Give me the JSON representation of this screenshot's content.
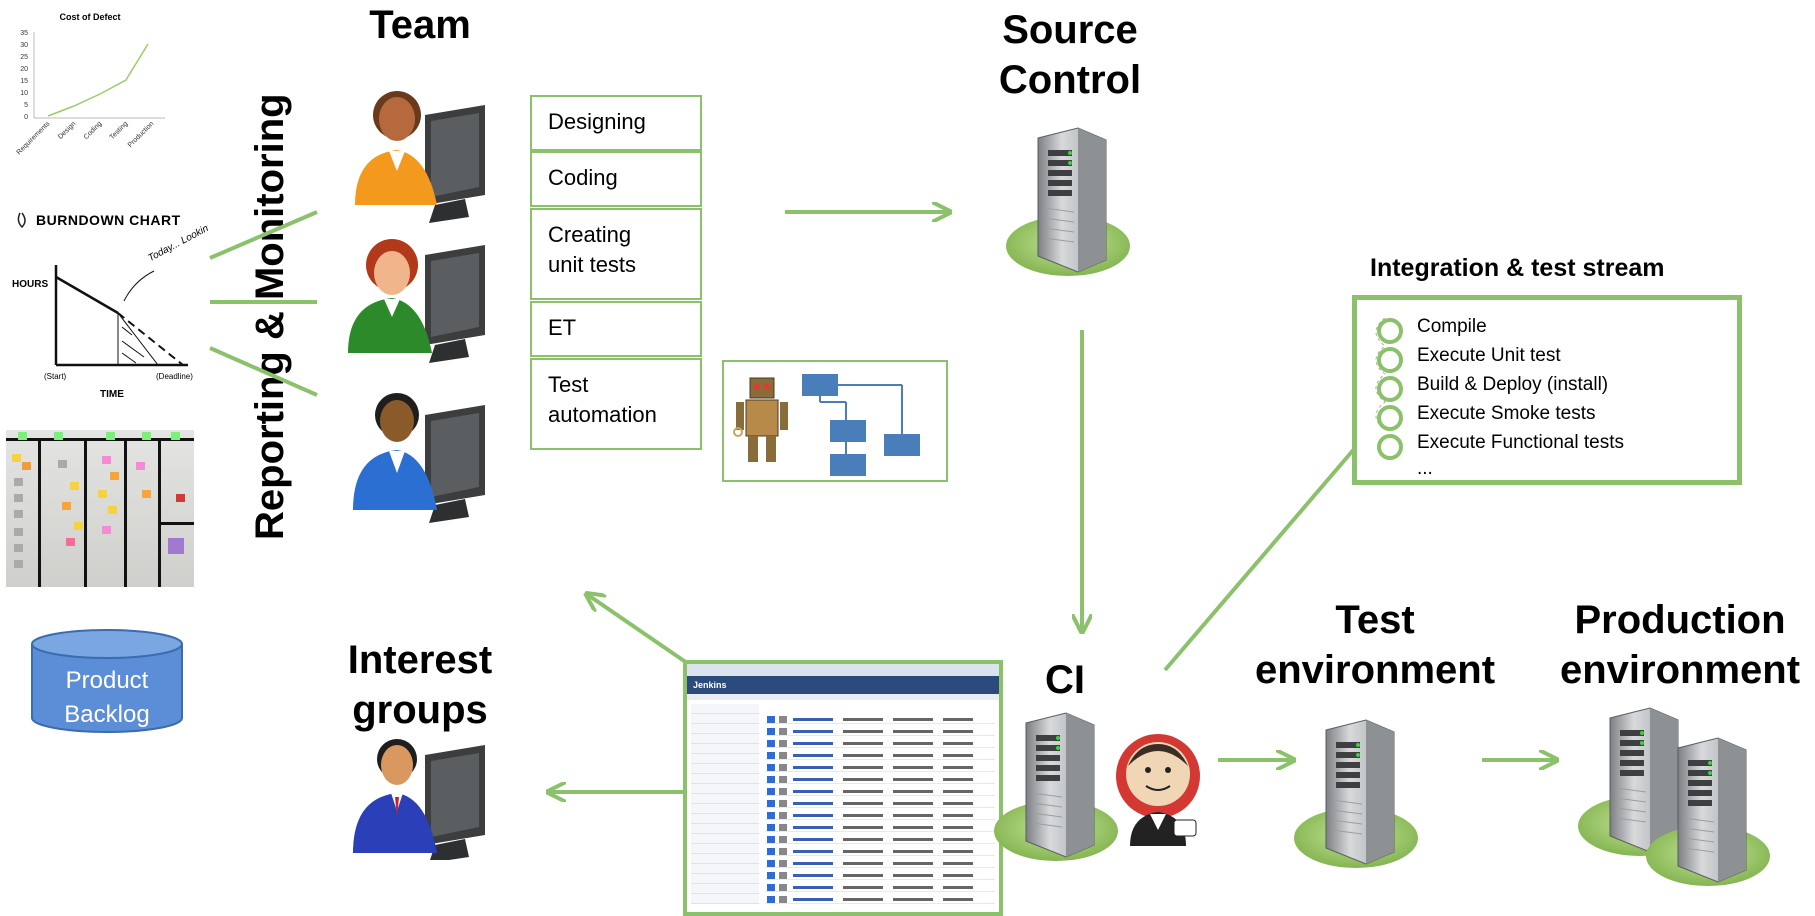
{
  "left": {
    "cost_chart": {
      "title": "Cost of Defect",
      "yticks": [
        "35",
        "30",
        "25",
        "20",
        "15",
        "10",
        "5",
        "0"
      ],
      "xticks": [
        "Requirements",
        "Design",
        "Coding",
        "Testing",
        "Production"
      ]
    },
    "burndown": {
      "title": "BURNDOWN CHART",
      "ylabel": "HOURS",
      "xlabel": "TIME",
      "start": "(Start)",
      "deadline": "(Deadline)",
      "note": "Today... Looking good!"
    },
    "backlog_label_1": "Product",
    "backlog_label_2": "Backlog"
  },
  "reporting_label": "Reporting & Monitoring",
  "team_title": "Team",
  "activities": [
    "Designing",
    "Coding",
    "Creating unit tests",
    "ET",
    "Test automation"
  ],
  "activity_lines": {
    "creating_1": "Creating",
    "creating_2": "unit tests",
    "test_1": "Test",
    "test_2": "automation"
  },
  "source_control_1": "Source",
  "source_control_2": "Control",
  "stream": {
    "title": "Integration & test stream",
    "steps": [
      "Compile",
      "Execute Unit test",
      "Build & Deploy (install)",
      "Execute Smoke tests",
      "Execute Functional tests",
      "..."
    ]
  },
  "ci_label": "CI",
  "jenkins_title": "Jenkins",
  "test_env_1": "Test",
  "test_env_2": "environment",
  "prod_env_1": "Production",
  "prod_env_2": "environment",
  "interest_groups_1": "Interest",
  "interest_groups_2": "groups",
  "colors": {
    "accent_green": "#8cc16b",
    "box_blue": "#4a7ebb",
    "backlog_blue": "#5b8ed6"
  },
  "icons": [
    "person-icon",
    "server-icon",
    "robot-icon",
    "jenkins-butler-icon"
  ]
}
